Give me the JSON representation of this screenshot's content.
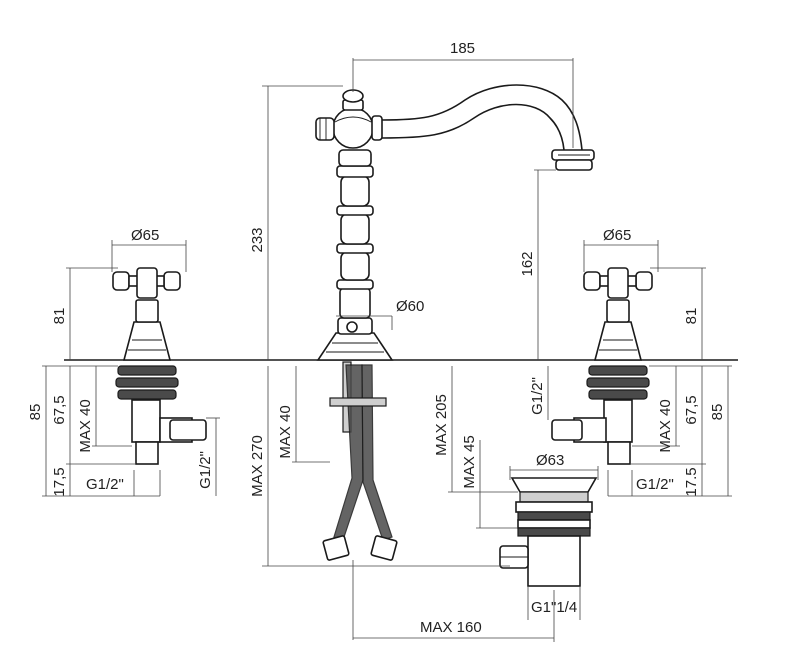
{
  "diagram": {
    "labels": {
      "spout_reach": "185",
      "spout_height": "233",
      "spout_outlet": "162",
      "spout_base": "Ø60",
      "left_handle_dia": "Ø65",
      "left_handle_height": "81",
      "left_total": "85",
      "left_body": "67,5",
      "left_max40": "MAX 40",
      "left_bottom": "17,5",
      "left_thread_down": "G1/2\"",
      "left_thread_side": "G1/2\"",
      "right_handle_dia": "Ø65",
      "right_handle_height": "81",
      "right_thread_side": "G1/2\"",
      "right_body": "67,5",
      "right_max40": "MAX 40",
      "right_total": "85",
      "right_thread_down": "G1/2\"",
      "right_bottom": "17.5",
      "center_max40": "MAX 40",
      "center_max270": "MAX 270",
      "center_max205": "MAX 205",
      "center_max45": "MAX 45",
      "drain_dia": "Ø63",
      "drain_thread": "G1\"1/4",
      "drain_reach": "MAX 160"
    }
  }
}
